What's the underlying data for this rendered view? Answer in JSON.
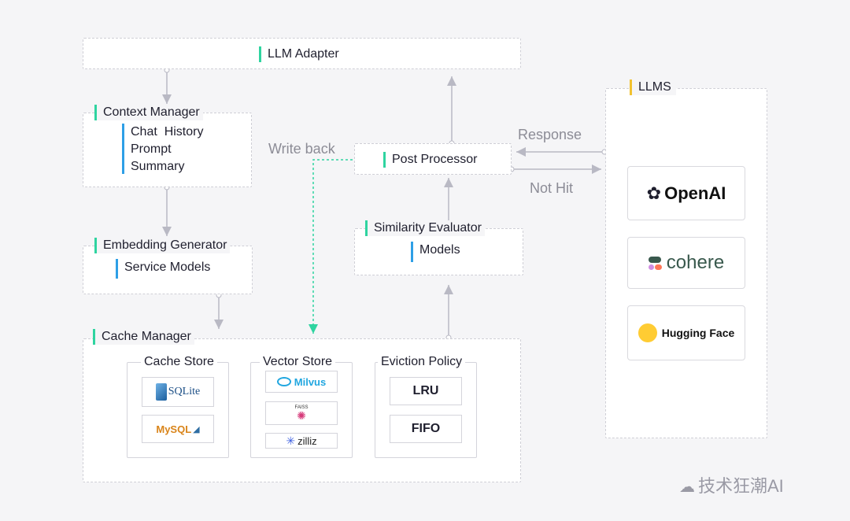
{
  "llm_adapter": {
    "title": "LLM Adapter"
  },
  "context_manager": {
    "title": "Context Manager",
    "items": [
      "Chat  History",
      "Prompt",
      "Summary"
    ]
  },
  "embedding_generator": {
    "title": "Embedding Generator",
    "item": "Service Models"
  },
  "cache_manager": {
    "title": "Cache Manager",
    "cache_store": {
      "title": "Cache Store",
      "items": [
        "SQLite",
        "MySQL"
      ]
    },
    "vector_store": {
      "title": "Vector Store",
      "items": [
        "Milvus",
        "FAISS",
        "zilliz"
      ]
    },
    "eviction_policy": {
      "title": "Eviction Policy",
      "items": [
        "LRU",
        "FIFO"
      ]
    }
  },
  "post_processor": {
    "title": "Post Processor"
  },
  "similarity_evaluator": {
    "title": "Similarity Evaluator",
    "item": "Models"
  },
  "llms": {
    "title": "LLMS",
    "providers": [
      "OpenAI",
      "cohere",
      "Hugging Face"
    ]
  },
  "edge_labels": {
    "write_back": "Write back",
    "response": "Response",
    "not_hit": "Not Hit"
  },
  "watermark": "技术狂潮AI",
  "colors": {
    "accent_green": "#2fd4a0",
    "accent_blue": "#2e9fe6",
    "accent_yellow": "#f2c230",
    "line_gray": "#b9b9c4"
  }
}
